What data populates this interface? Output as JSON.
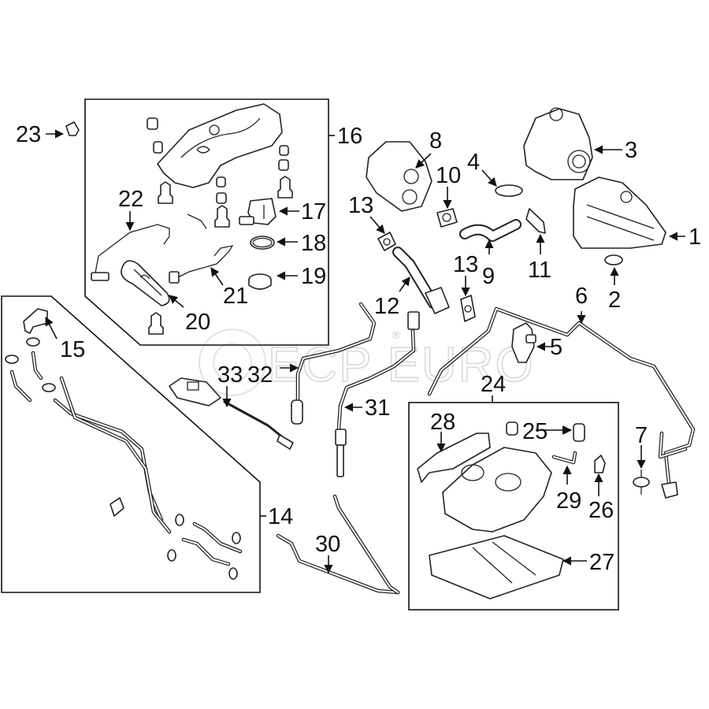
{
  "diagram": {
    "type": "exploded-parts-diagram",
    "watermark": "ECP EURO",
    "watermark_registered": "®",
    "groups": [
      {
        "id": "16",
        "label": "16",
        "contains": [
          "17",
          "18",
          "19",
          "20",
          "21",
          "22"
        ]
      },
      {
        "id": "14",
        "label": "14",
        "contains": [
          "15"
        ]
      },
      {
        "id": "24",
        "label": "24",
        "contains": [
          "25",
          "26",
          "27",
          "28",
          "29"
        ]
      }
    ],
    "callouts": [
      {
        "id": "1",
        "label": "1"
      },
      {
        "id": "2",
        "label": "2"
      },
      {
        "id": "3",
        "label": "3"
      },
      {
        "id": "4",
        "label": "4"
      },
      {
        "id": "5",
        "label": "5"
      },
      {
        "id": "6",
        "label": "6"
      },
      {
        "id": "7",
        "label": "7"
      },
      {
        "id": "8",
        "label": "8"
      },
      {
        "id": "9",
        "label": "9"
      },
      {
        "id": "10",
        "label": "10"
      },
      {
        "id": "11",
        "label": "11"
      },
      {
        "id": "12",
        "label": "12"
      },
      {
        "id": "13a",
        "label": "13"
      },
      {
        "id": "13b",
        "label": "13"
      },
      {
        "id": "14",
        "label": "14"
      },
      {
        "id": "15",
        "label": "15"
      },
      {
        "id": "16",
        "label": "16"
      },
      {
        "id": "17",
        "label": "17"
      },
      {
        "id": "18",
        "label": "18"
      },
      {
        "id": "19",
        "label": "19"
      },
      {
        "id": "20",
        "label": "20"
      },
      {
        "id": "21",
        "label": "21"
      },
      {
        "id": "22",
        "label": "22"
      },
      {
        "id": "23",
        "label": "23"
      },
      {
        "id": "24",
        "label": "24"
      },
      {
        "id": "25",
        "label": "25"
      },
      {
        "id": "26",
        "label": "26"
      },
      {
        "id": "27",
        "label": "27"
      },
      {
        "id": "28",
        "label": "28"
      },
      {
        "id": "29",
        "label": "29"
      },
      {
        "id": "30",
        "label": "30"
      },
      {
        "id": "31",
        "label": "31"
      },
      {
        "id": "32",
        "label": "32"
      },
      {
        "id": "33",
        "label": "33"
      }
    ]
  }
}
